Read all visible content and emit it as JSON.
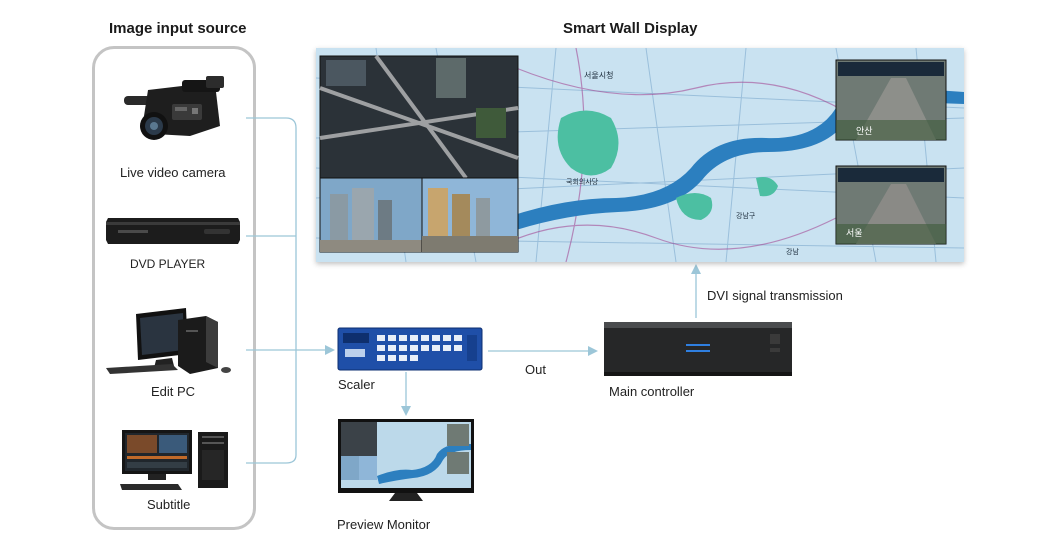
{
  "headings": {
    "source": "Image input source",
    "wall": "Smart Wall Display"
  },
  "sources": {
    "camera": "Live video camera",
    "dvd": "DVD PLAYER",
    "editpc": "Edit PC",
    "subtitle": "Subtitle"
  },
  "devices": {
    "scaler": "Scaler",
    "main_controller": "Main controller",
    "preview": "Preview Monitor"
  },
  "connections": {
    "out": "Out",
    "dvi": "DVI signal transmission"
  },
  "wall_map": {
    "tiles": [
      {
        "label": "서울시청"
      },
      {
        "label": "국회의사당"
      },
      {
        "label": "강남구"
      },
      {
        "label": "강남"
      },
      {
        "label": "안산"
      },
      {
        "label": "서울"
      }
    ]
  },
  "colors": {
    "connector": "#9cc6d8",
    "map_water": "#2c7fbf",
    "map_land": "#c9e2f1",
    "map_park": "#4cbfa2",
    "panel_border": "#c4c4c4"
  }
}
